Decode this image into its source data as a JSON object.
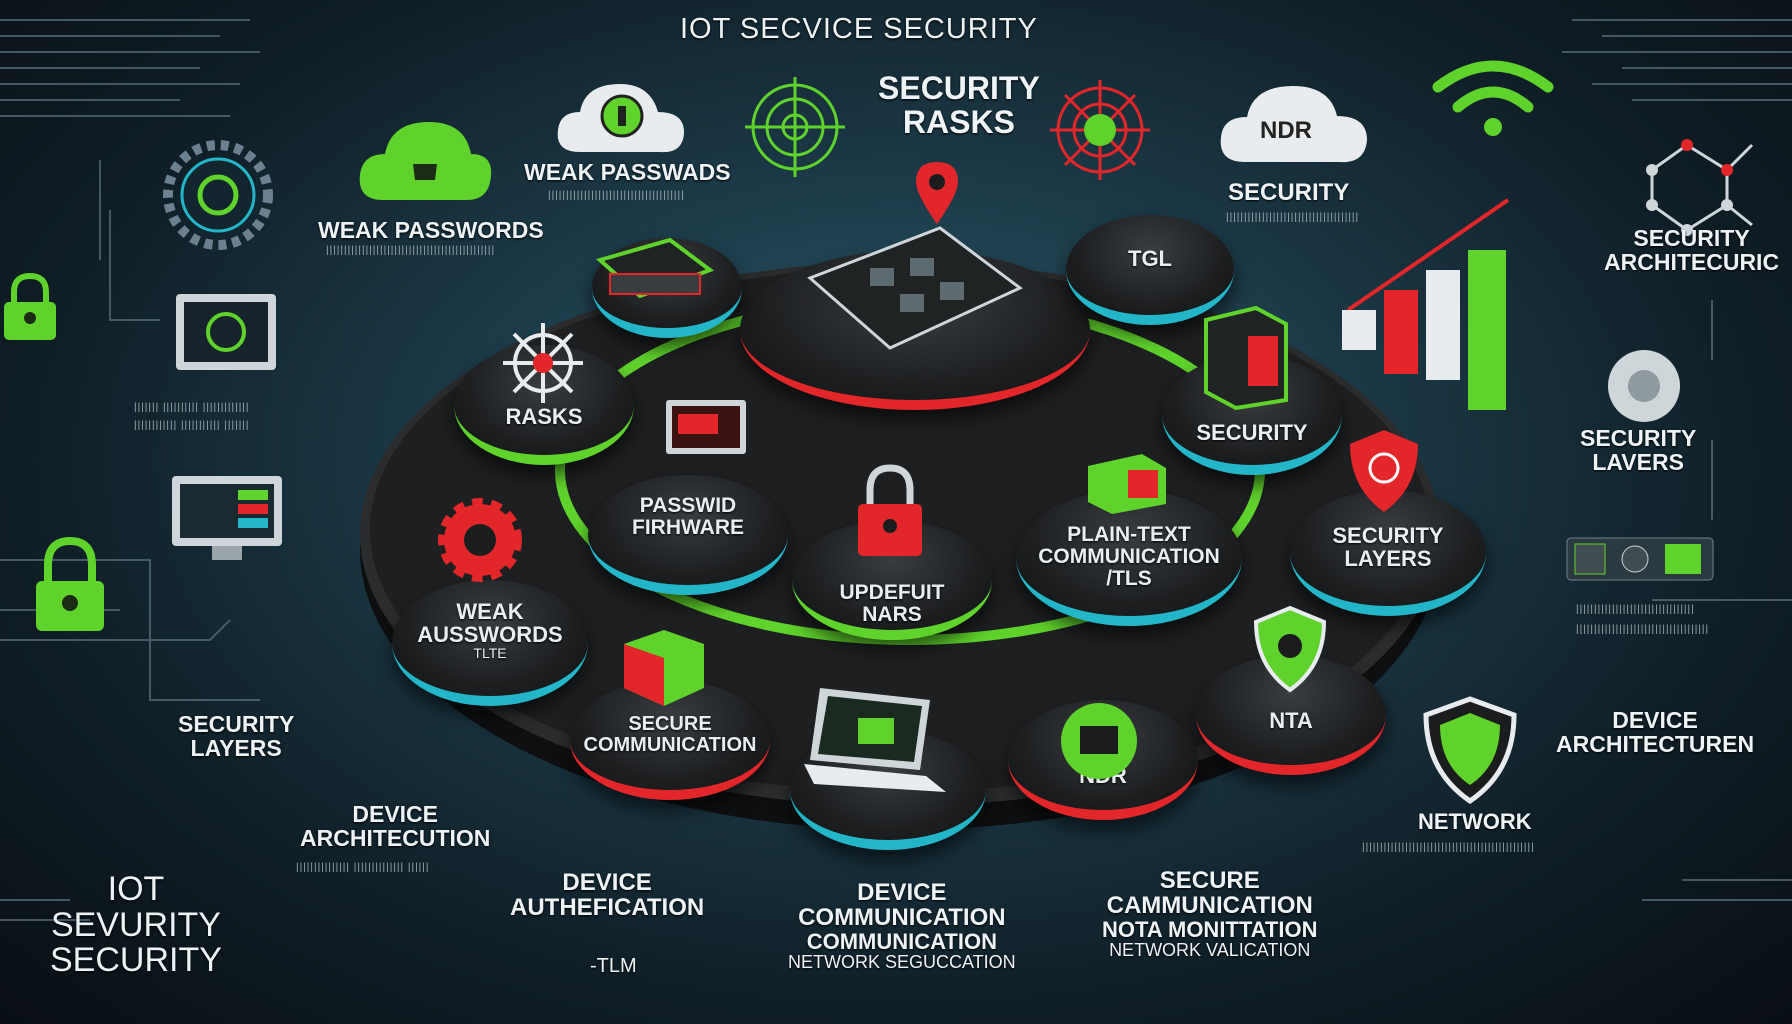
{
  "title": "IOT SECVICE SECURITY",
  "top": {
    "security_rasks": [
      "SECURITY",
      "RASKS"
    ],
    "weak_passwords_top": "WEAK PASSWADS",
    "weak_passwords_left": "WEAK PASSWORDS",
    "ndr_cloud": "NDR",
    "security_right": "SECURITY"
  },
  "right": {
    "security_architecture": [
      "SECURITY",
      "ARCHITECURIC"
    ],
    "security_layers": [
      "SECURITY",
      "LAVERS"
    ],
    "device_architecture": [
      "DEVICE",
      "ARCHITECTUREN"
    ]
  },
  "left": {
    "security_layers": [
      "SECURITY",
      "LAYERS"
    ],
    "device_architecture": [
      "DEVICE",
      "ARCHITECUTION"
    ],
    "iot_block": [
      "IOT",
      "SEVURITY",
      "SECURITY"
    ]
  },
  "bottom": {
    "device_auth": [
      "DEVICE",
      "AUTHEFICATION"
    ],
    "auth_sub": "-TLM",
    "device_comm": [
      "DEVICE",
      "COMMUNICATION",
      "COMMUNICATION",
      "NETWORK SEGUCCATION"
    ],
    "secure_comm": [
      "SECURE",
      "CAMMUNICATION",
      "NOTA MONITTATION",
      "NETWORK VALICATION"
    ],
    "network": "NETWORK"
  },
  "platform_nodes": {
    "tgl": "TGL",
    "rasks": "RASKS",
    "security_mid": "SECURITY",
    "passwords_firmware": [
      "PASSWID",
      "FIRHWARE"
    ],
    "update_defaults": [
      "UPDEFUIT",
      "NARS"
    ],
    "plain_text": [
      "PLAIN-TEXT",
      "COMMUNICATION",
      "/TLS"
    ],
    "security_layers": [
      "SECURITY",
      "LAYERS"
    ],
    "weak_passwords": [
      "WEAK",
      "AUSSWORDS"
    ],
    "weak_sub": "TLTE",
    "secure_comm": [
      "SECURE",
      "COMMUNICATION"
    ],
    "nta": "NTA",
    "ndr": "NDR"
  },
  "colors": {
    "accent_green": "#5fd22c",
    "accent_red": "#e3262a",
    "accent_cyan": "#23b6c8",
    "platform": "#1a1c1e"
  },
  "icons": [
    "cloud-lock-icon",
    "target-icon",
    "wifi-icon",
    "padlock-icon",
    "shield-icon",
    "chip-icon",
    "bar-chart-icon",
    "laptop-icon",
    "network-graph-icon"
  ]
}
